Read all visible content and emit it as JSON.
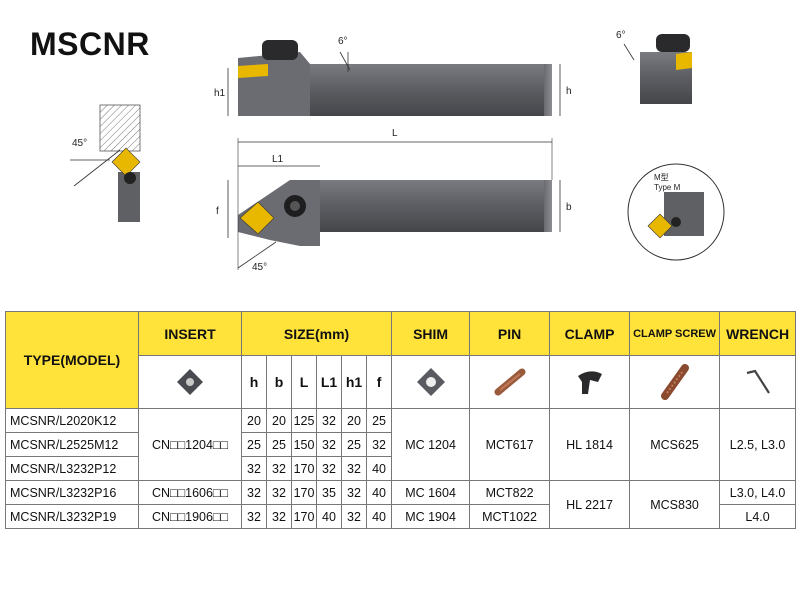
{
  "title": "MSCNR",
  "drawing": {
    "angle_top": "6°",
    "angle_top_right": "6°",
    "angle_left": "45°",
    "angle_bottom": "45°",
    "dim_h1": "h1",
    "dim_h": "h",
    "dim_L": "L",
    "dim_L1": "L1",
    "dim_f": "f",
    "dim_b": "b",
    "type_m_cn": "M型",
    "type_m_en": "Type M"
  },
  "table": {
    "type_header": "TYPE(MODEL)",
    "headers": {
      "insert": "INSERT",
      "size": "SIZE(mm)",
      "shim": "SHIM",
      "pin": "PIN",
      "clamp": "CLAMP",
      "clamp_screw": "CLAMP SCREW",
      "wrench": "WRENCH"
    },
    "size_cols": [
      "h",
      "b",
      "L",
      "L1",
      "h1",
      "f"
    ],
    "rows": [
      {
        "model": "MCSNR/L2020K12",
        "sizes": [
          "20",
          "20",
          "125",
          "32",
          "20",
          "25"
        ]
      },
      {
        "model": "MCSNR/L2525M12",
        "sizes": [
          "25",
          "25",
          "150",
          "32",
          "25",
          "32"
        ]
      },
      {
        "model": "MCSNR/L3232P12",
        "sizes": [
          "32",
          "32",
          "170",
          "32",
          "32",
          "40"
        ]
      },
      {
        "model": "MCSNR/L3232P16",
        "sizes": [
          "32",
          "32",
          "170",
          "35",
          "32",
          "40"
        ]
      },
      {
        "model": "MCSNR/L3232P19",
        "sizes": [
          "32",
          "32",
          "170",
          "40",
          "32",
          "40"
        ]
      }
    ],
    "groups": {
      "insert_a": "CN□□1204□□",
      "insert_b": "CN□□1606□□",
      "insert_c": "CN□□1906□□",
      "shim_a": "MC 1204",
      "shim_b": "MC 1604",
      "shim_c": "MC 1904",
      "pin_a": "MCT617",
      "pin_b": "MCT822",
      "pin_c": "MCT1022",
      "clamp_a": "HL 1814",
      "clamp_b": "HL 2217",
      "screw_a": "MCS625",
      "screw_b": "MCS830",
      "wrench_a": "L2.5, L3.0",
      "wrench_b": "L3.0, L4.0",
      "wrench_c": "L4.0"
    }
  },
  "colors": {
    "header_yellow": "#ffe23a",
    "tool_body": "#5f6064",
    "insert_gold": "#e8b800"
  }
}
